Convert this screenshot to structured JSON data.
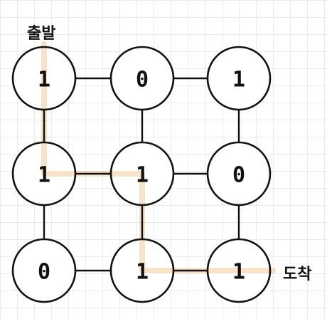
{
  "labels": {
    "start": "출발",
    "end": "도착"
  },
  "colors": {
    "path_highlight": "#f6dfc4",
    "stroke": "#111111",
    "grid": "#ebebeb"
  },
  "grid": {
    "rows": 3,
    "cols": 3,
    "values": [
      [
        "1",
        "0",
        "1"
      ],
      [
        "1",
        "1",
        "0"
      ],
      [
        "0",
        "1",
        "1"
      ]
    ]
  },
  "path": [
    [
      0,
      0
    ],
    [
      1,
      0
    ],
    [
      1,
      1
    ],
    [
      2,
      1
    ],
    [
      2,
      2
    ]
  ]
}
